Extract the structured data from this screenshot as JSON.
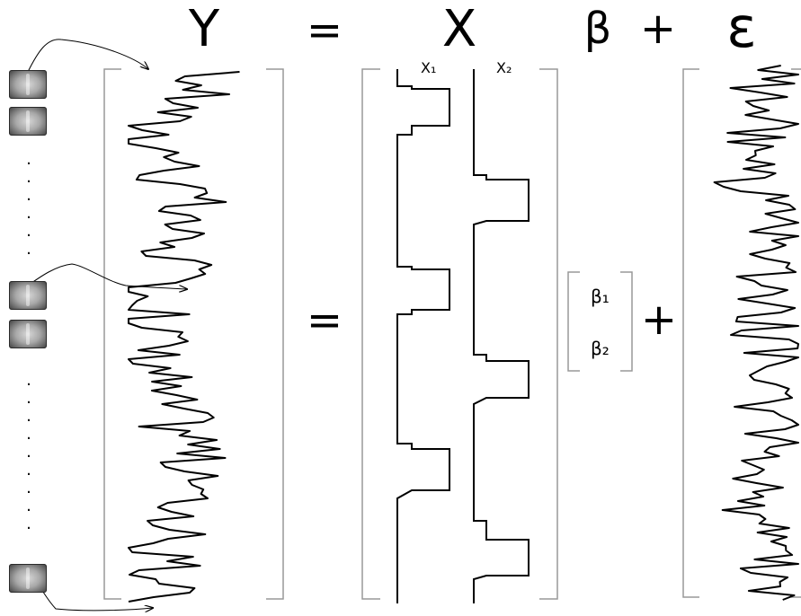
{
  "equation": {
    "y_symbol": "Y",
    "equals_1": "=",
    "x_symbol": "X",
    "beta_symbol": "β",
    "plus_1": "+",
    "epsilon_symbol": "ε",
    "equals_2": "=",
    "plus_2": "+"
  },
  "design_matrix": {
    "col1_label": "X₁",
    "col2_label": "X₂"
  },
  "beta_vector": {
    "beta1": "β₁",
    "beta2": "β₂"
  },
  "brain_scans": {
    "count_visible": 5,
    "ellipsis": "·"
  }
}
